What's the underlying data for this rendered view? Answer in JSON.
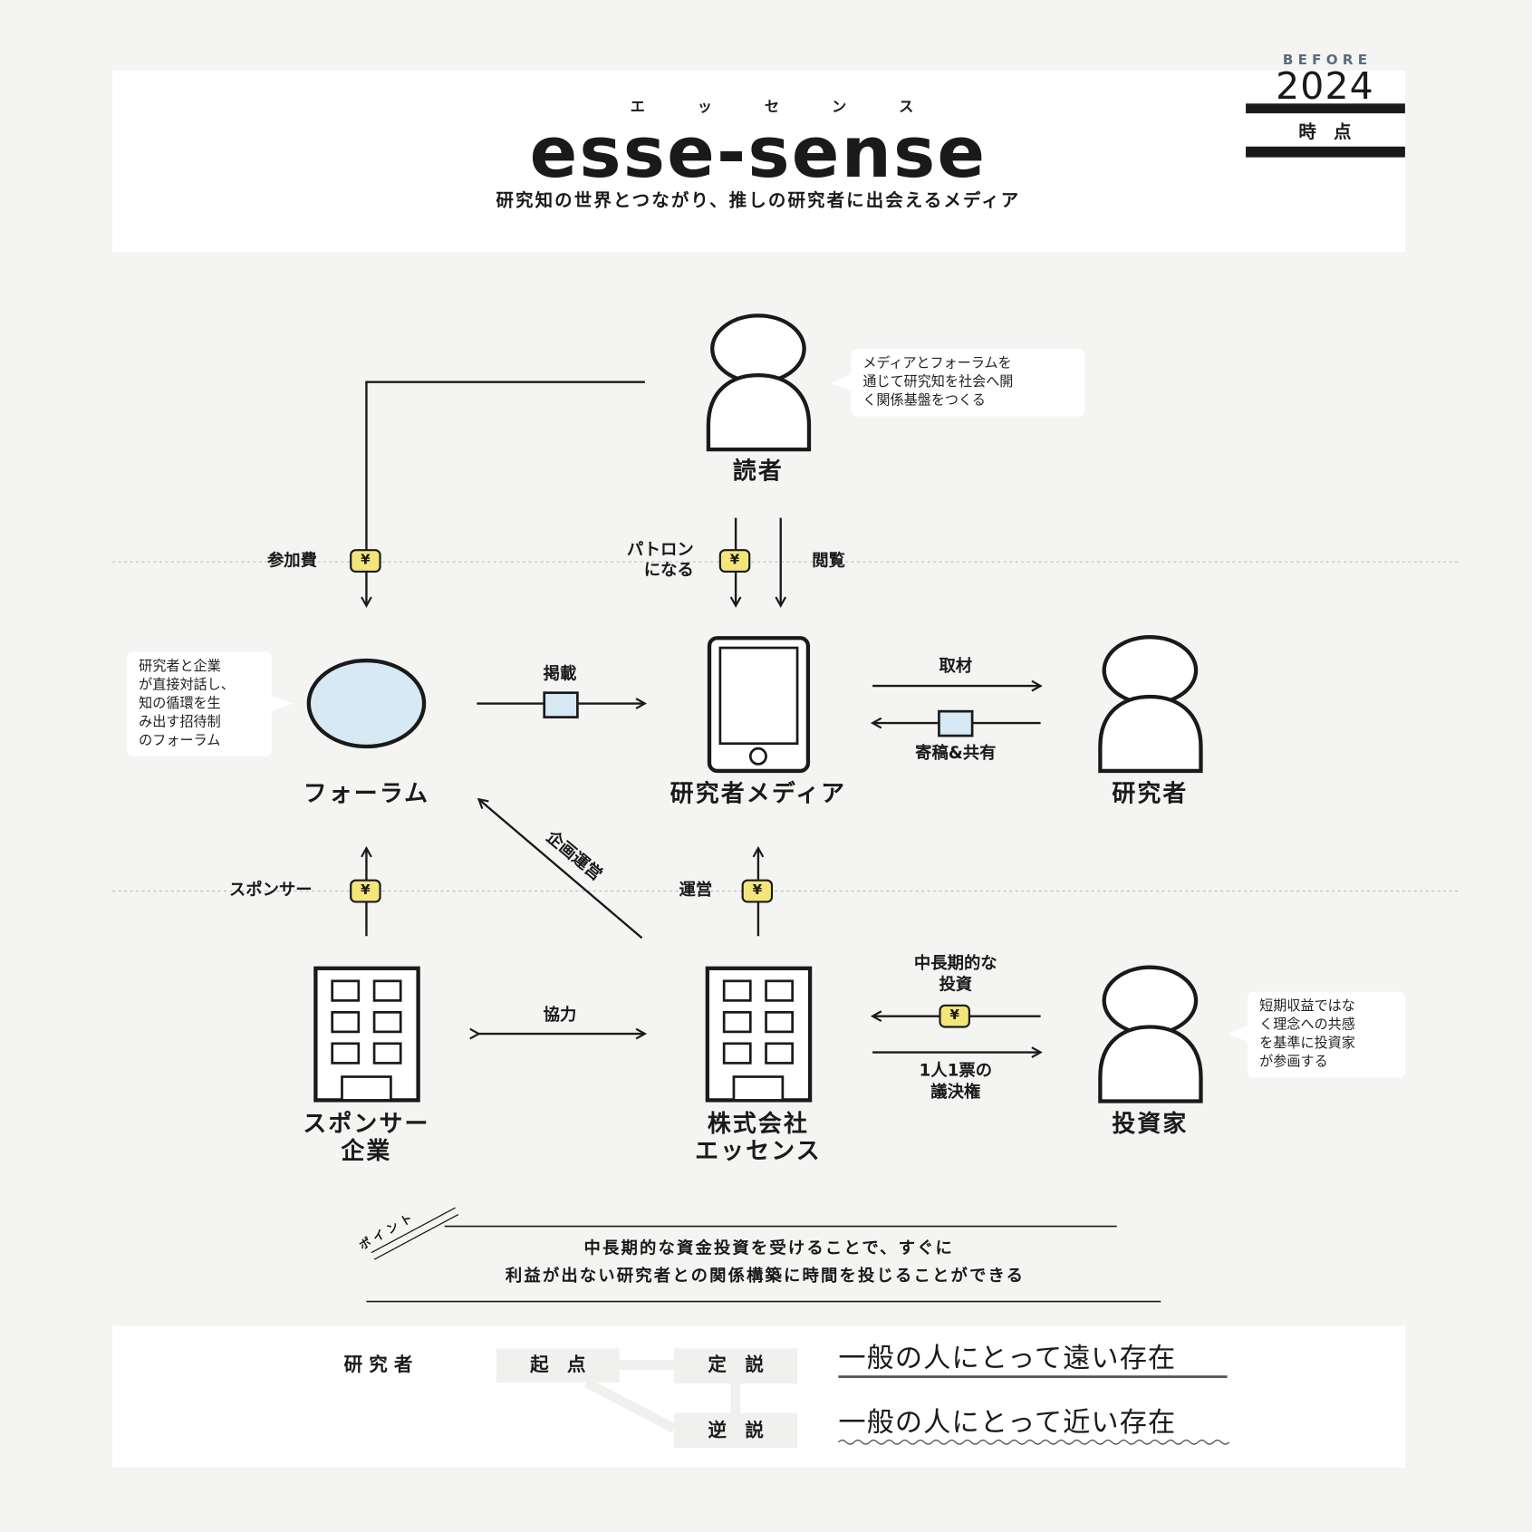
{
  "header": {
    "ruby": [
      "エ",
      "ッ",
      "セ",
      "ン",
      "ス"
    ],
    "title": "esse-sense",
    "subtitle": "研究知の世界とつながり、推しの研究者に出会えるメディア"
  },
  "badge": {
    "before": "B E F O R E",
    "year": "2024",
    "label": "時　点"
  },
  "nodes": {
    "reader": "読者",
    "forum": "フォーラム",
    "media": "研究者メディア",
    "researcher": "研究者",
    "sponsor_line1": "スポンサー",
    "sponsor_line2": "企業",
    "company_line1": "株式会社",
    "company_line2": "エッセンス",
    "investor": "投資家"
  },
  "flows": {
    "participation_fee": "参加費",
    "patron_line1": "パトロン",
    "patron_line2": "になる",
    "browse": "閲覧",
    "publish": "掲載",
    "interview": "取材",
    "contribute": "寄稿&共有",
    "sponsor": "スポンサー",
    "planning": "企画運営",
    "operate": "運営",
    "cooperate": "協力",
    "invest_line1": "中長期的な",
    "invest_line2": "投資",
    "vote_line1": "1人1票の",
    "vote_line2": "議決権",
    "yen": "¥"
  },
  "callouts": {
    "reader": [
      "メディアとフォーラムを",
      "通じて研究知を社会へ開",
      "く関係基盤をつくる"
    ],
    "forum": [
      "研究者と企業",
      "が直接対話し、",
      "知の循環を生",
      "み出す招待制",
      "のフォーラム"
    ],
    "investor": [
      "短期収益ではな",
      "く理念への共感",
      "を基準に投資家",
      "が参画する"
    ]
  },
  "point": {
    "tag": "ポ イ ン ト",
    "line1": "中長期的な資金投資を受けることで、すぐに",
    "line2": "利益が出ない研究者との関係構築に時間を投じることができる"
  },
  "footer": {
    "researcher": "研 究 者",
    "origin": "起　点",
    "orthodox": "定　説",
    "paradox": "逆　説",
    "far": "一般の人にとって遠い存在",
    "near": "一般の人にとって近い存在"
  },
  "colors": {
    "background": "#f4f4f2",
    "yen_badge": "#f3e57a",
    "forum_fill": "#d6e9f5",
    "badge_grey": "#5a6b80"
  }
}
